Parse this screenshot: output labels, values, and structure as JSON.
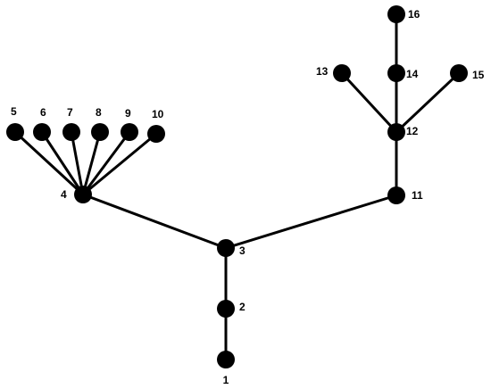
{
  "diagram": {
    "colors": {
      "node": "#000000",
      "edge": "#000000",
      "background": "#ffffff"
    },
    "nodes": [
      {
        "id": "1",
        "label": "1"
      },
      {
        "id": "2",
        "label": "2"
      },
      {
        "id": "3",
        "label": "3"
      },
      {
        "id": "4",
        "label": "4"
      },
      {
        "id": "5",
        "label": "5"
      },
      {
        "id": "6",
        "label": "6"
      },
      {
        "id": "7",
        "label": "7"
      },
      {
        "id": "8",
        "label": "8"
      },
      {
        "id": "9",
        "label": "9"
      },
      {
        "id": "10",
        "label": "10"
      },
      {
        "id": "11",
        "label": "11"
      },
      {
        "id": "12",
        "label": "12"
      },
      {
        "id": "13",
        "label": "13"
      },
      {
        "id": "14",
        "label": "14"
      },
      {
        "id": "15",
        "label": "15"
      },
      {
        "id": "16",
        "label": "16"
      }
    ],
    "edges": [
      {
        "from": "1",
        "to": "2"
      },
      {
        "from": "2",
        "to": "3"
      },
      {
        "from": "3",
        "to": "4"
      },
      {
        "from": "3",
        "to": "11"
      },
      {
        "from": "4",
        "to": "5"
      },
      {
        "from": "4",
        "to": "6"
      },
      {
        "from": "4",
        "to": "7"
      },
      {
        "from": "4",
        "to": "8"
      },
      {
        "from": "4",
        "to": "9"
      },
      {
        "from": "4",
        "to": "10"
      },
      {
        "from": "11",
        "to": "12"
      },
      {
        "from": "12",
        "to": "13"
      },
      {
        "from": "12",
        "to": "14"
      },
      {
        "from": "12",
        "to": "15"
      },
      {
        "from": "14",
        "to": "16"
      }
    ]
  }
}
